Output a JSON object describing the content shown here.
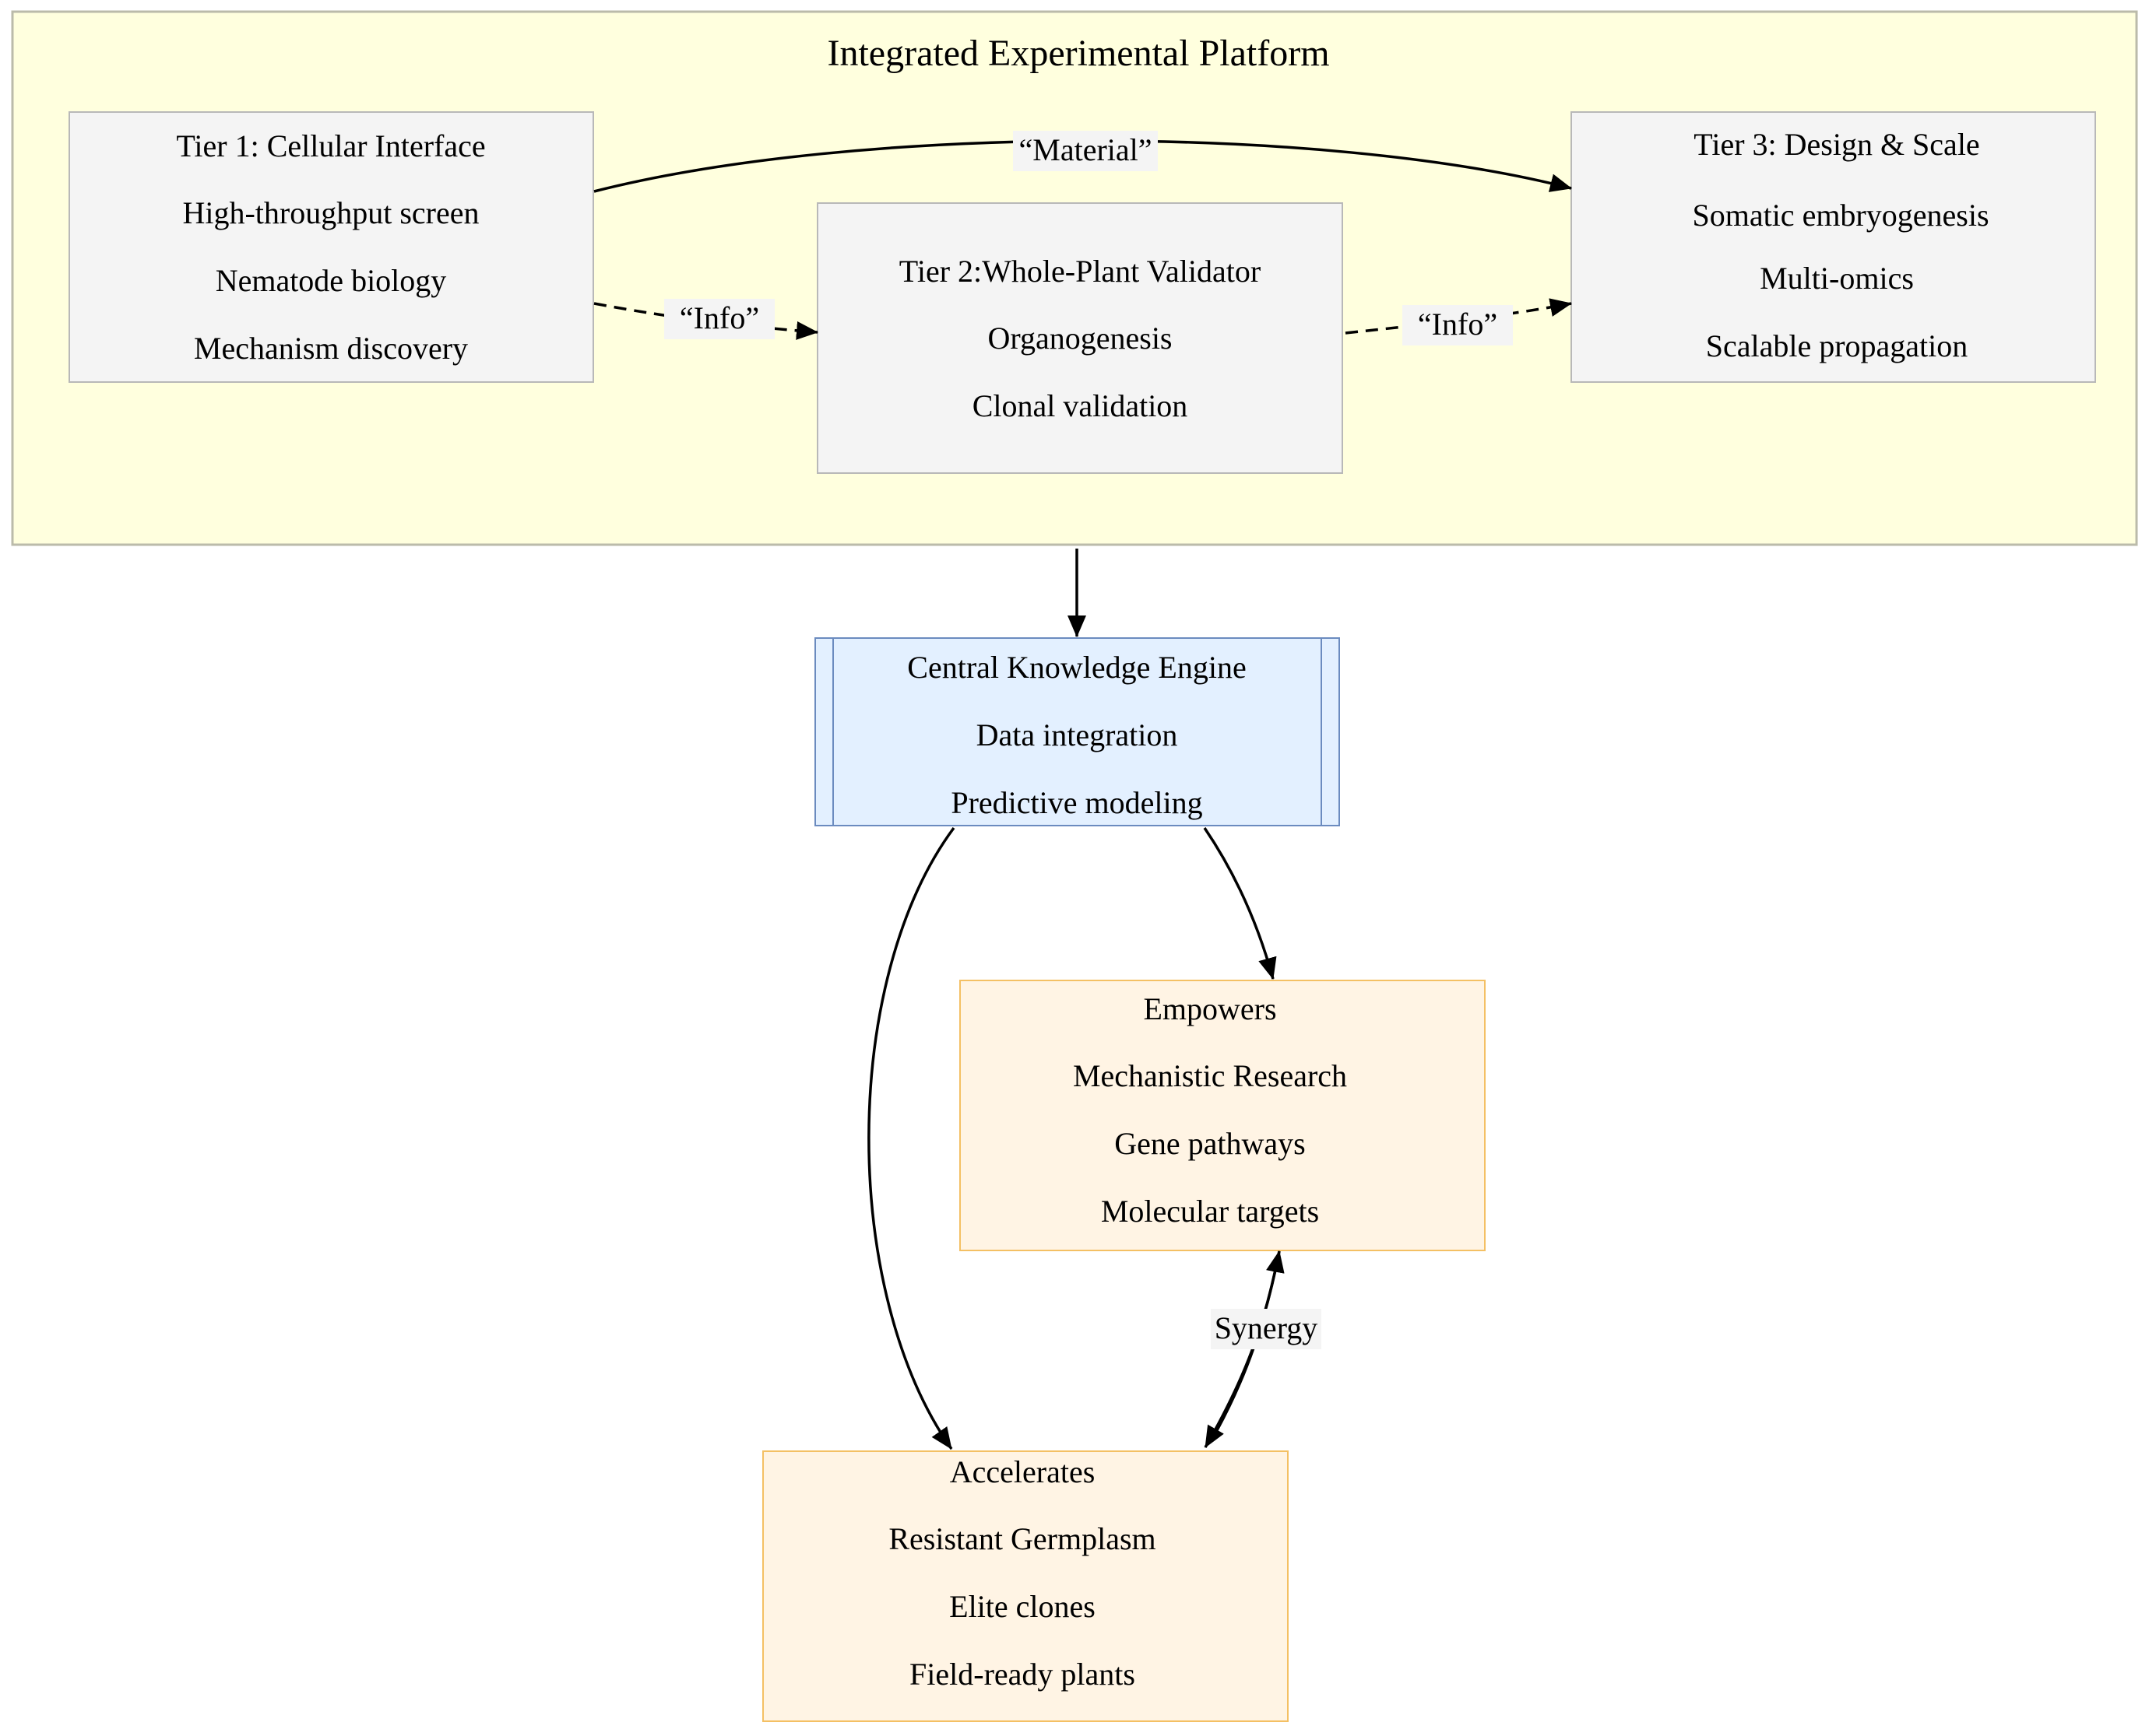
{
  "cluster": {
    "title": "Integrated Experimental Platform"
  },
  "tier1": {
    "title": "Tier 1: Cellular Interface",
    "items": [
      "High-throughput screen",
      "Nematode biology",
      "Mechanism discovery"
    ]
  },
  "tier2": {
    "title": "Tier 2:Whole-Plant Validator",
    "items": [
      "Organogenesis",
      "Clonal validation"
    ]
  },
  "tier3": {
    "title": "Tier 3: Design & Scale",
    "items": [
      "Somatic embryogenesis",
      "Multi-omics",
      "Scalable propagation"
    ]
  },
  "engine": {
    "title": "Central Knowledge Engine",
    "items": [
      "Data integration",
      "Predictive modeling"
    ]
  },
  "empowers": {
    "title": "Empowers",
    "items": [
      "Mechanistic Research",
      "Gene pathways",
      "Molecular targets"
    ]
  },
  "accelerates": {
    "title": "Accelerates",
    "items": [
      "Resistant Germplasm",
      "Elite clones",
      "Field-ready plants"
    ]
  },
  "edges": {
    "material": "“Material”",
    "info1": "“Info”",
    "info2": "“Info”",
    "synergy": "Synergy"
  },
  "colors": {
    "cluster_fill": "#ffffde",
    "cluster_stroke": "#bbbbaa",
    "tier_fill": "#f4f4f4",
    "tier_stroke": "#b8b8b8",
    "engine_fill": "#e3f0ff",
    "engine_stroke": "#6b8bbf",
    "outcome_fill": "#fff4e4",
    "outcome_stroke": "#f4c064",
    "label_bg": "#f4f4f4"
  }
}
